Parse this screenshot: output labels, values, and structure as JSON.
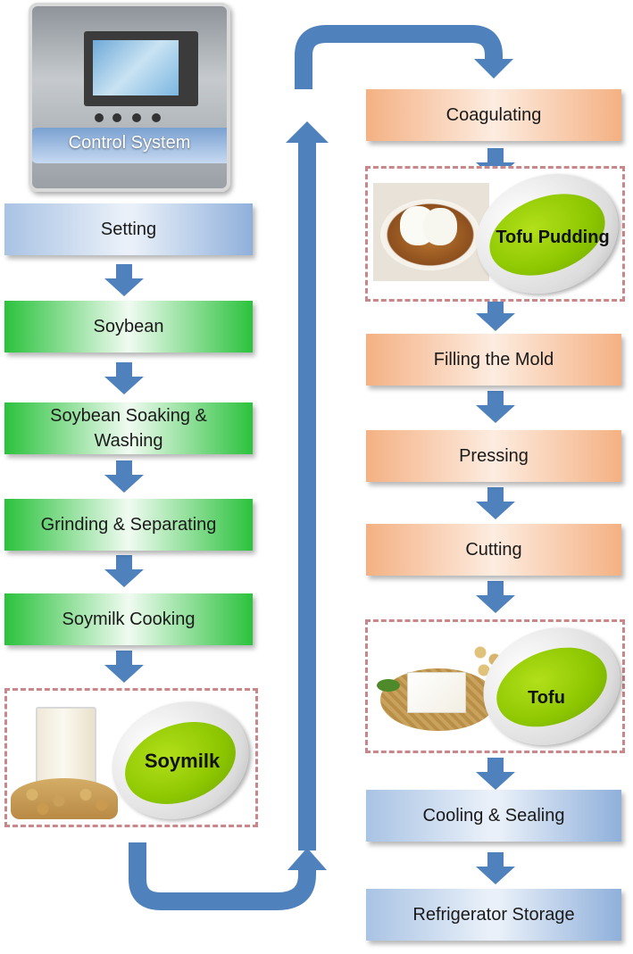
{
  "control_system": {
    "label": "Control System"
  },
  "steps": {
    "setting": "Setting",
    "soybean": "Soybean",
    "soaking_1": "Soybean Soaking &",
    "soaking_2": "Washing",
    "grinding": "Grinding & Separating",
    "cooking": "Soymilk Cooking",
    "coagulating": "Coagulating",
    "filling": "Filling the Mold",
    "pressing": "Pressing",
    "cutting": "Cutting",
    "cooling": "Cooling & Sealing",
    "storage": "Refrigerator Storage"
  },
  "products": {
    "soymilk": "Soymilk",
    "tofu_pudding": "Tofu Pudding",
    "tofu": "Tofu"
  },
  "colors": {
    "arrow": "#4f81bd",
    "dash_border": "#c9878a",
    "oval_green": "#8cc600"
  },
  "icons": [
    "control-panel-photo",
    "soymilk-glass-photo",
    "tofu-pudding-bowl-photo",
    "tofu-block-photo"
  ]
}
